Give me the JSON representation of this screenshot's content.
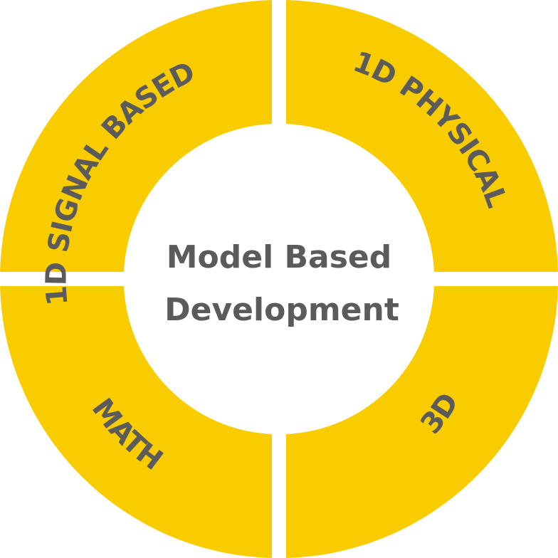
{
  "center": {
    "line1": "Model Based",
    "line2": "Development"
  },
  "segments": {
    "top_left": "1D SIGNAL BASED",
    "top_right": "1D PHYSICAL",
    "bottom_left": "MATH",
    "bottom_right": "3D"
  },
  "colors": {
    "segment_fill": "#F9CC00",
    "text": "#5B5B5B",
    "background": "#FFFFFF"
  }
}
